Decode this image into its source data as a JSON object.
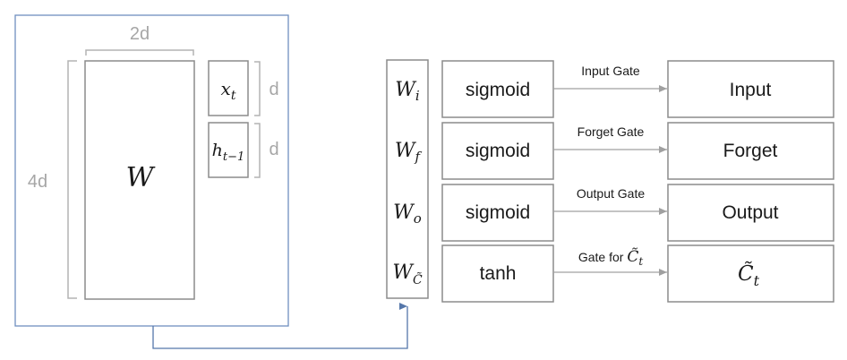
{
  "colors": {
    "box_stroke": "#8c8c8c",
    "bracket": "#b3b3b3",
    "dim_text": "#a6a6a6",
    "panel_border": "#6f8fbf",
    "connector": "#5577aa",
    "arrow": "#a0a0a0",
    "text": "#1a1a1a"
  },
  "matrix_panel": {
    "width_label": "2d",
    "height_label": "4d",
    "matrix_symbol": "W",
    "input_x": {
      "base": "x",
      "sub": "t",
      "size_label": "d"
    },
    "input_h": {
      "base": "h",
      "sub": "t−1",
      "size_label": "d"
    }
  },
  "gates": [
    {
      "weight": {
        "base": "W",
        "sub": "i"
      },
      "activation": "sigmoid",
      "arrow_label": "Input Gate",
      "output": "Input"
    },
    {
      "weight": {
        "base": "W",
        "sub": "f"
      },
      "activation": "sigmoid",
      "arrow_label": "Forget Gate",
      "output": "Forget"
    },
    {
      "weight": {
        "base": "W",
        "sub": "o"
      },
      "activation": "sigmoid",
      "arrow_label": "Output Gate",
      "output": "Output"
    },
    {
      "weight": {
        "base": "W",
        "sub": "C̃"
      },
      "activation": "tanh",
      "arrow_label": "Gate for ",
      "arrow_label_math": {
        "base": "C̃",
        "sub": "t"
      },
      "output_math": {
        "base": "C̃",
        "sub": "t"
      }
    }
  ]
}
